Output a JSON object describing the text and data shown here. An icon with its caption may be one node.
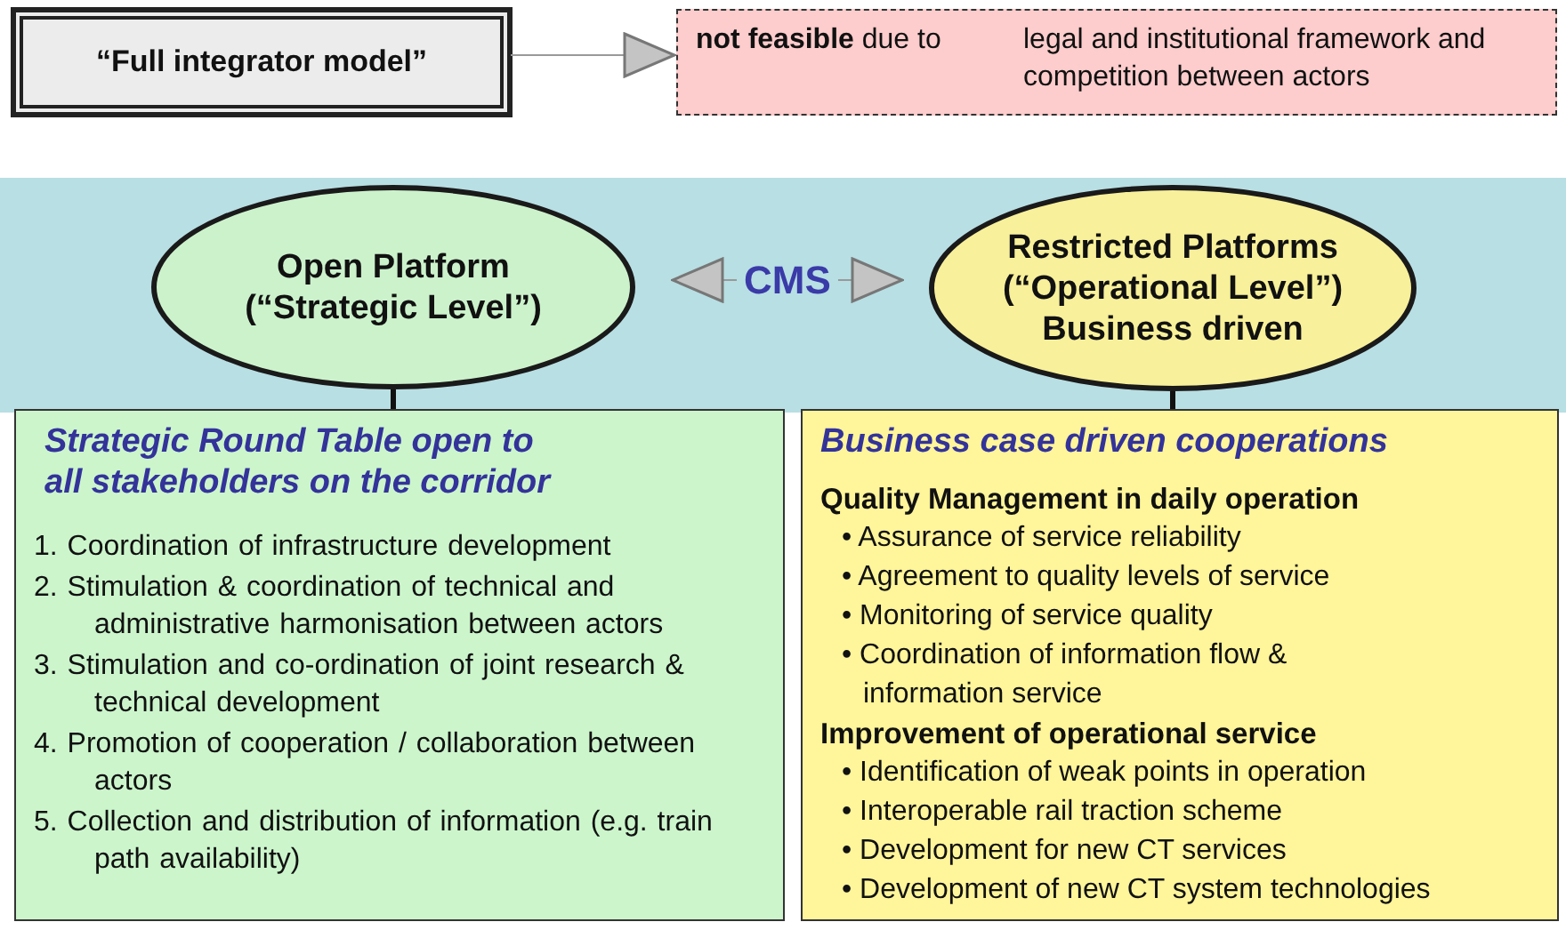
{
  "diagram": {
    "nodes": [
      {
        "text": [
          "“Full integrator model”"
        ]
      },
      {
        "text": [
          "**not feasible** due to",
          "legal and institutional framework and competition between actors"
        ]
      },
      {
        "text": [],
        "shape": "box"
      },
      {
        "text": [
          "Open Platform (“Strategic Level”)"
        ],
        "in": 2
      },
      {
        "text": [
          "Restricted Platforms (“Operational Level”) Business driven"
        ],
        "in": 2
      },
      {
        "text": [
          "Strategic Round Table open to all stakeholders on the corridor",
          "1. Coordination of infrastructure development",
          "2. Stimulation & coordination of technical and administrative harmonisation between actors",
          "3. Stimulation and co-ordination of joint research & technical development",
          "4. Promotion of cooperation / collaboration between actors",
          "5. Collection and distribution of information (e.g. train path availability)"
        ]
      },
      {
        "text": [
          "Business case driven cooperations",
          "Quality Management in daily operation",
          "• Assurance of service reliability",
          "• Agreement to quality levels of service",
          "• Monitoring of service quality",
          "• Coordination of information flow & information service",
          "Improvement of operational service",
          "• Identification of weak points in operation",
          "• Interoperable rail traction scheme",
          "• Development for new CT services",
          "• Development of new CT system technologies"
        ]
      }
    ],
    "edges": [
      {
        "from": 0,
        "to": 1,
        "arrow": "to"
      },
      {
        "from": 3,
        "to": 4,
        "arrow": "both",
        "label": "CMS"
      },
      {
        "from": 3,
        "to": 5,
        "arrow": "none",
        "style": "thick",
        "color": "#111111"
      },
      {
        "from": 4,
        "to": 6,
        "arrow": "none",
        "style": "thick",
        "color": "#111111"
      }
    ]
  }
}
